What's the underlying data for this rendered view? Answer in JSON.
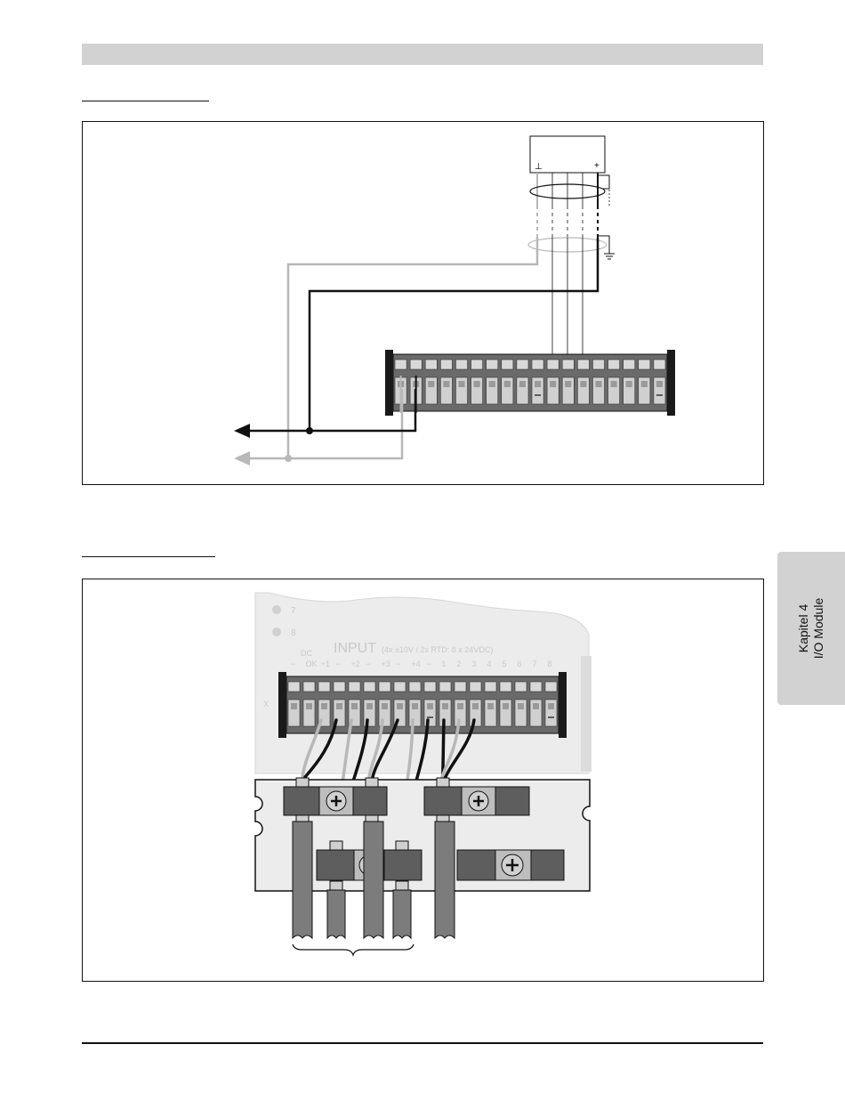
{
  "side_tab": {
    "chapter": "Kapitel 4",
    "section": "I/O Module"
  },
  "sensor_symbols": {
    "ground_terminal": "⊥",
    "positive_terminal": "+"
  },
  "module_panel": {
    "input_title": "INPUT",
    "input_spec": "(4x ±10V / 2x RTD: 8 x 24VDC)",
    "dc_label": "DC",
    "terminal_labels": [
      "−",
      "OK",
      "+1",
      "−",
      "+2",
      "−",
      "+3",
      "−",
      "+4",
      "−",
      "1",
      "2",
      "3",
      "4",
      "5",
      "6",
      "7",
      "8"
    ],
    "side_numbers": [
      "7",
      "8"
    ],
    "x_marker": "X"
  },
  "colors": {
    "header_bar": "#d2d2d2",
    "wire_black": "#111111",
    "wire_gray": "#b8b8b8",
    "terminal_body": "#5e5e5e",
    "cable_gray": "#7c7c7c",
    "panel_bg": "#ececec"
  }
}
